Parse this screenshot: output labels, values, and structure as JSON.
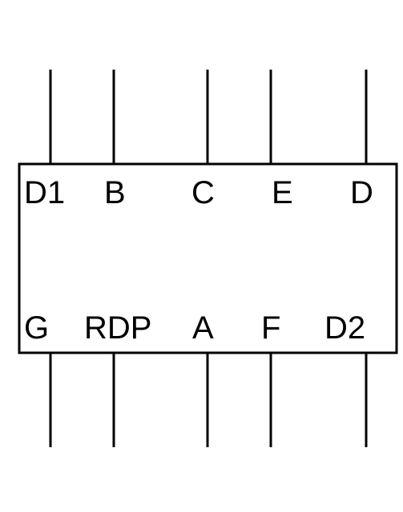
{
  "component": {
    "top_pins": [
      "D1",
      "B",
      "C",
      "E",
      "D"
    ],
    "bottom_pins": [
      "G",
      "RDP",
      "A",
      "F",
      "D2"
    ],
    "line_color": "#000000",
    "background_color": "#ffffff"
  }
}
